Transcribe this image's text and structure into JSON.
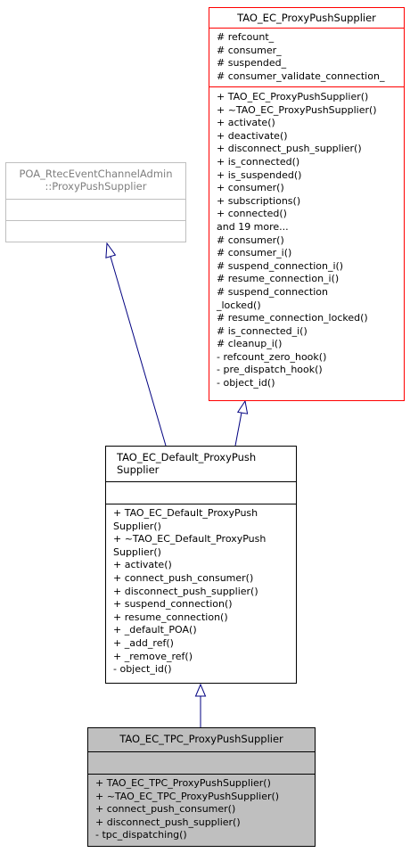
{
  "classes": {
    "proxy_push_supplier": {
      "name": "TAO_EC_ProxyPushSupplier",
      "attributes": [
        "# refcount_",
        "# consumer_",
        "# suspended_",
        "# consumer_validate_connection_"
      ],
      "operations": [
        "+ TAO_EC_ProxyPushSupplier()",
        "+ ~TAO_EC_ProxyPushSupplier()",
        "+ activate()",
        "+ deactivate()",
        "+ disconnect_push_supplier()",
        "+ is_connected()",
        "+ is_suspended()",
        "+ consumer()",
        "+ subscriptions()",
        "+ connected()",
        "and 19 more...",
        "# consumer()",
        "# consumer_i()",
        "# suspend_connection_i()",
        "# resume_connection_i()",
        "# suspend_connection",
        "_locked()",
        "# resume_connection_locked()",
        "# is_connected_i()",
        "# cleanup_i()",
        "- refcount_zero_hook()",
        "- pre_dispatch_hook()",
        "- object_id()"
      ],
      "border_color": "#ff0000"
    },
    "poa_proxy_push_supplier": {
      "name_line1": "POA_RtecEventChannelAdmin",
      "name_line2": "::ProxyPushSupplier",
      "border_color": "#bfbfbf",
      "text_color": "#7f7f7f"
    },
    "default_proxy_push_supplier": {
      "name_line1": "TAO_EC_Default_ProxyPush",
      "name_line2": "Supplier",
      "operations": [
        "+ TAO_EC_Default_ProxyPush",
        "Supplier()",
        "+ ~TAO_EC_Default_ProxyPush",
        "Supplier()",
        "+ activate()",
        "+ connect_push_consumer()",
        "+ disconnect_push_supplier()",
        "+ suspend_connection()",
        "+ resume_connection()",
        "+ _default_POA()",
        "+ _add_ref()",
        "+ _remove_ref()",
        "- object_id()"
      ]
    },
    "tpc_proxy_push_supplier": {
      "name": "TAO_EC_TPC_ProxyPushSupplier",
      "operations": [
        "+ TAO_EC_TPC_ProxyPushSupplier()",
        "+ ~TAO_EC_TPC_ProxyPushSupplier()",
        "+ connect_push_consumer()",
        "+ disconnect_push_supplier()",
        "- tpc_dispatching()"
      ],
      "fill_color": "#bfbfbf"
    }
  },
  "relations": [
    {
      "from": "default_proxy_push_supplier",
      "to": "poa_proxy_push_supplier",
      "kind": "inheritance",
      "color": "#000080"
    },
    {
      "from": "default_proxy_push_supplier",
      "to": "proxy_push_supplier",
      "kind": "inheritance",
      "color": "#000080"
    },
    {
      "from": "tpc_proxy_push_supplier",
      "to": "default_proxy_push_supplier",
      "kind": "inheritance",
      "color": "#000080"
    }
  ]
}
